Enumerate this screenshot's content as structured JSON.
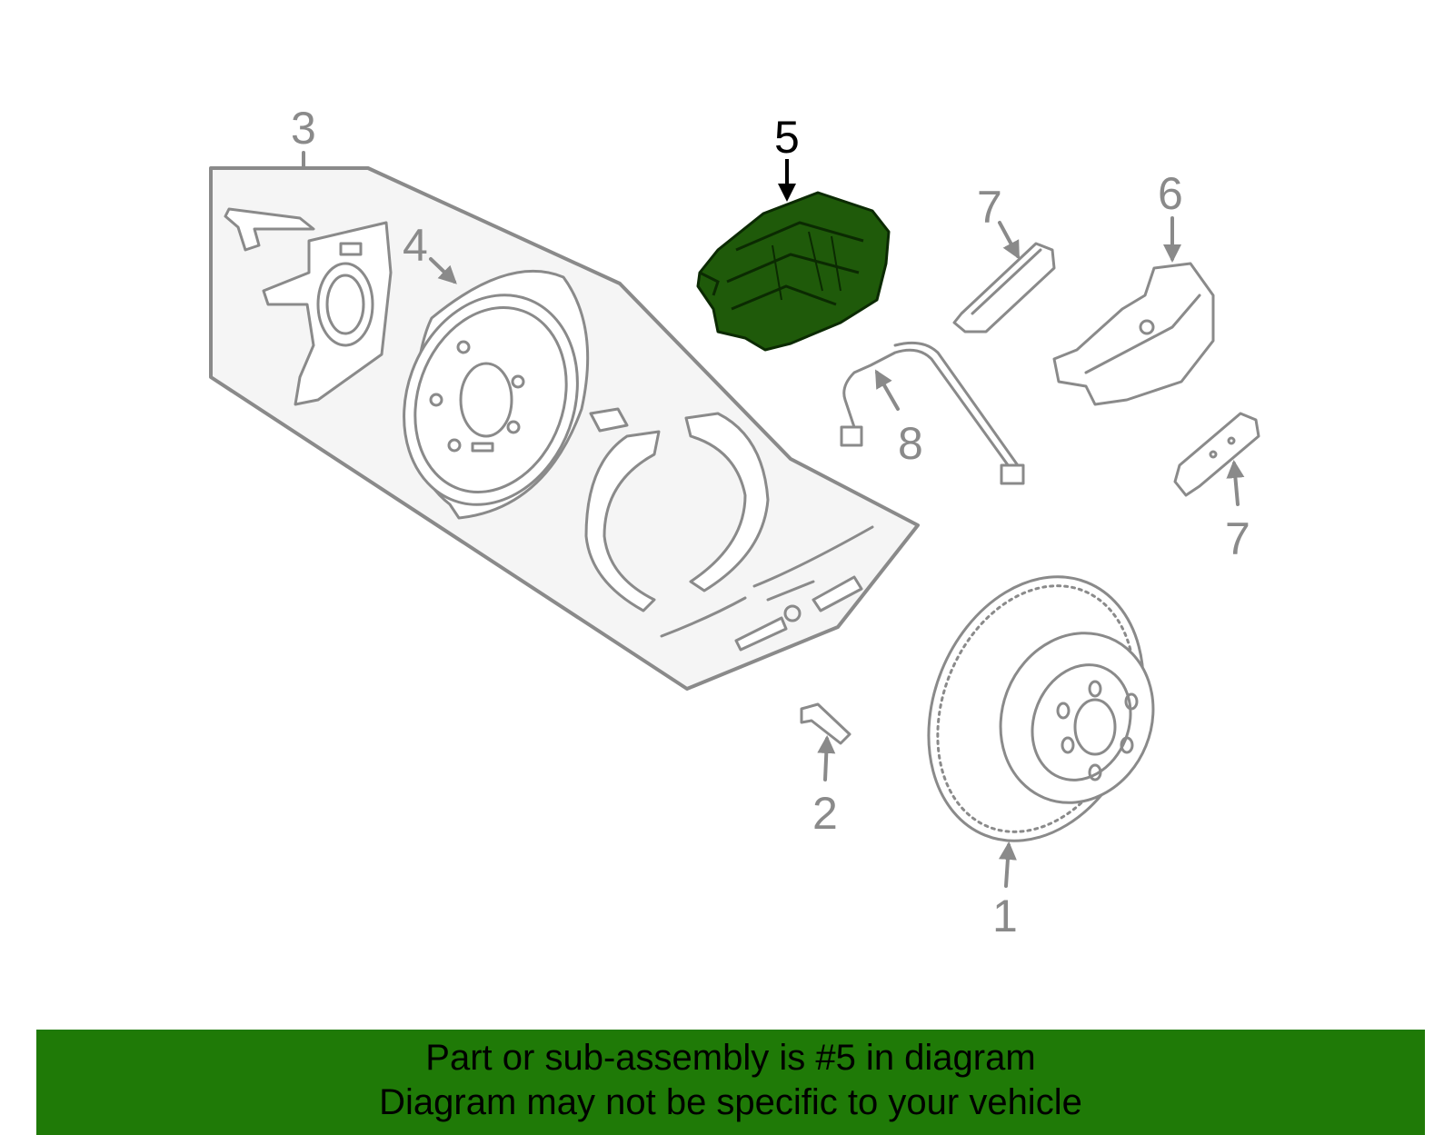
{
  "callouts": [
    {
      "id": "1",
      "label": "1"
    },
    {
      "id": "2",
      "label": "2"
    },
    {
      "id": "3",
      "label": "3"
    },
    {
      "id": "4",
      "label": "4"
    },
    {
      "id": "5",
      "label": "5"
    },
    {
      "id": "6",
      "label": "6"
    },
    {
      "id": "7a",
      "label": "7"
    },
    {
      "id": "7b",
      "label": "7"
    },
    {
      "id": "8",
      "label": "8"
    }
  ],
  "highlighted_part": "5",
  "colors": {
    "highlight": "#1f5a0a",
    "banner": "#1f7a07",
    "line": "#8a8a8a"
  },
  "banner": {
    "line1": "Part or sub-assembly is #5 in diagram",
    "line2": "Diagram may not be specific to your vehicle"
  }
}
